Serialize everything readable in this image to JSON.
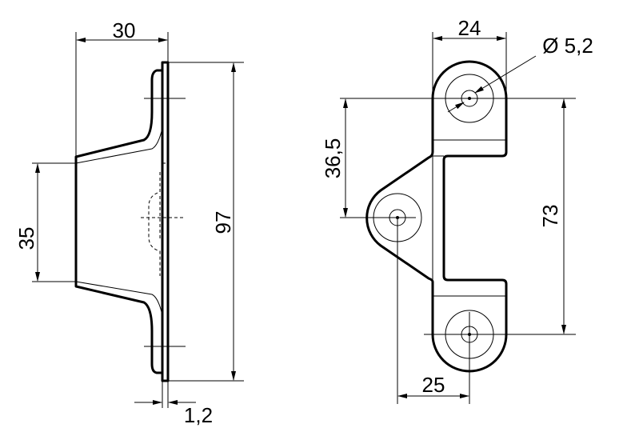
{
  "dimensions": {
    "side_width": "30",
    "side_height": "97",
    "side_inner": "35",
    "thickness": "1,2",
    "ear_width": "24",
    "hole_diameter": "Ø 5,2",
    "offset_vertical": "36,5",
    "hole_spacing": "73",
    "offset_horizontal": "25"
  }
}
